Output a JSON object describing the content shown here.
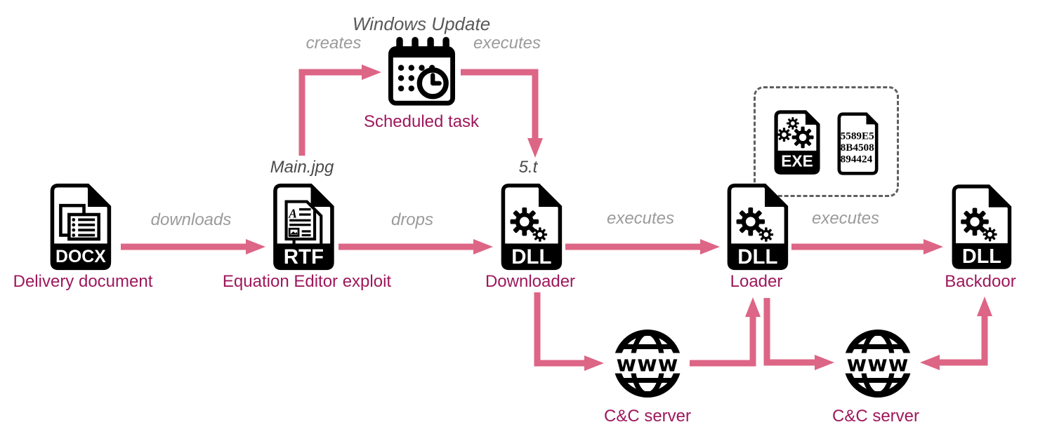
{
  "diagram": {
    "nodes": [
      {
        "id": "docx",
        "label": "Delivery document",
        "badge": "DOCX",
        "icon": "docx-file-icon"
      },
      {
        "id": "rtf",
        "label": "Equation Editor exploit",
        "sublabel": "Main.jpg",
        "badge": "RTF",
        "icon": "rtf-file-icon"
      },
      {
        "id": "scheduled-task",
        "label": "Scheduled task",
        "sublabel": "Windows Update",
        "icon": "calendar-clock-icon"
      },
      {
        "id": "downloader",
        "label": "Downloader",
        "sublabel": "5.t",
        "badge": "DLL",
        "icon": "dll-file-icon"
      },
      {
        "id": "loader",
        "label": "Loader",
        "badge": "DLL",
        "icon": "dll-file-icon"
      },
      {
        "id": "backdoor",
        "label": "Backdoor",
        "badge": "DLL",
        "icon": "dll-file-icon"
      },
      {
        "id": "cc-server-1",
        "label": "C&C server",
        "icon": "globe-www-icon",
        "icon_text": "www"
      },
      {
        "id": "cc-server-2",
        "label": "C&C server",
        "icon": "globe-www-icon",
        "icon_text": "www"
      }
    ],
    "payload_box": {
      "exe_badge": "EXE",
      "hex_lines": [
        "5589E5",
        "8B4508",
        "894424"
      ]
    },
    "edges": [
      {
        "from": "docx",
        "to": "rtf",
        "label": "downloads"
      },
      {
        "from": "rtf",
        "to": "scheduled-task",
        "label": "creates"
      },
      {
        "from": "scheduled-task",
        "to": "downloader",
        "label": "executes"
      },
      {
        "from": "rtf",
        "to": "downloader",
        "label": "drops"
      },
      {
        "from": "downloader",
        "to": "loader",
        "label": "executes"
      },
      {
        "from": "loader",
        "to": "backdoor",
        "label": "executes"
      },
      {
        "from": "downloader",
        "to": "cc-server-1",
        "label": ""
      },
      {
        "from": "cc-server-1",
        "to": "loader",
        "label": ""
      },
      {
        "from": "loader",
        "to": "cc-server-2",
        "label": ""
      },
      {
        "from": "cc-server-2",
        "to": "backdoor",
        "label": "",
        "bidirectional": true
      }
    ],
    "colors": {
      "arrow": "#dd6586",
      "node_label": "#9e185c",
      "verb_label": "#9b9b9b",
      "file_label": "#4a4a4a",
      "task_name_label": "#595959",
      "icon": "#000000",
      "dashed_box": "#5f5f5f"
    }
  }
}
